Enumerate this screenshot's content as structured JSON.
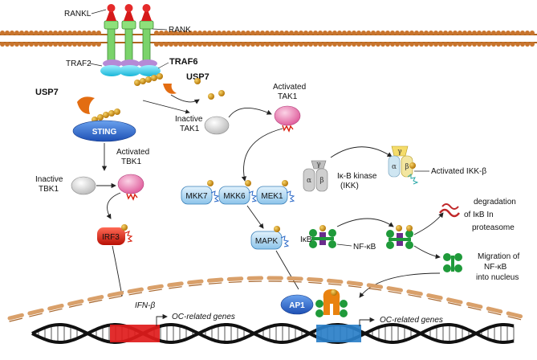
{
  "labels": {
    "rankl": "RANKL",
    "rank": "RANK",
    "traf2": "TRAF2",
    "traf6": "TRAF6",
    "usp7_top": "USP7",
    "usp7_left": "USP7",
    "sting": "STING",
    "activated_tak1_1": "Activated",
    "activated_tak1_2": "TAK1",
    "inactive_tak1_1": "Inactive",
    "inactive_tak1_2": "TAK1",
    "activated_tbk1_1": "Activated",
    "activated_tbk1_2": "TBK1",
    "inactive_tbk1_1": "Inactive",
    "inactive_tbk1_2": "TBK1",
    "ikk_1": "Iκ-B kinase",
    "ikk_2": "(IKK)",
    "activated_ikk": "Activated IKK-β",
    "mkk7": "MKK7",
    "mkk6": "MKK6",
    "mek1": "MEK1",
    "irf3": "IRF3",
    "mapk": "MAPK",
    "ikb": "IκB",
    "nfkb": "NF-κB",
    "degradation_1": "degradation",
    "degradation_2": "of IκB In",
    "degradation_3": "proteasome",
    "migration_1": "Migration of",
    "migration_2": "NF-κB",
    "migration_3": "into nucleus",
    "ap1": "AP1",
    "ifnb": "IFN-β",
    "oc_genes_1": "OC-related genes",
    "oc_genes_2": "OC-related genes",
    "gamma": "γ",
    "alpha": "α",
    "beta": "β"
  },
  "colors": {
    "membrane": "#c8742c",
    "sting": "#2f6fd4",
    "irf3": "#d81e0c",
    "kinase_box": "#a8d4f0",
    "nfkb": "#1f9a3a",
    "ikb": "#6a2c8c",
    "ubiquitin": "#c98a10",
    "pink": "#ee7ab0",
    "grey": "#d9d9d9",
    "nucleus_dash": "#d9a06a",
    "dna_red": "#e01b1b",
    "dna_blue": "#2a7fc8",
    "ap1_orange": "#e9820f"
  }
}
